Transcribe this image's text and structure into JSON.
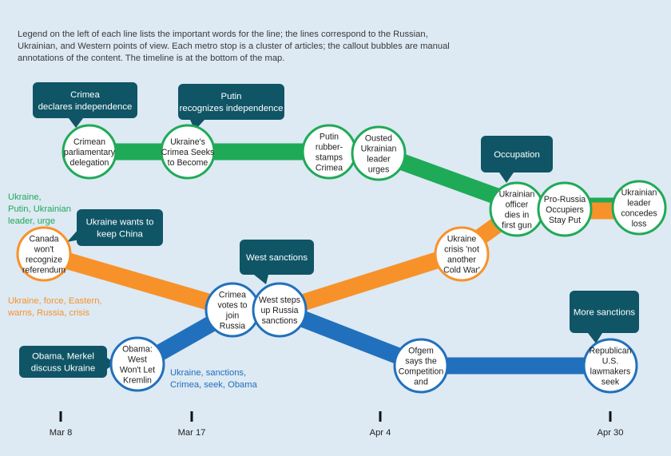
{
  "intro": "Legend on the left of each line lists the important words for the line; the lines correspond to the Russian, Ukrainian, and Western points of view. Each metro stop is a cluster of articles; the callout bubbles are manual annotations of the content. The timeline is at the bottom of the map.",
  "colors": {
    "green": "#1faa57",
    "orange": "#f7922a",
    "blue": "#2170bd",
    "callout": "#0f5566",
    "stop_fill": "#ffffff",
    "background": "#dde9f3"
  },
  "legends": [
    {
      "id": "green",
      "lines": [
        "Ukraine,",
        "Putin, Ukrainian",
        "leader, urge"
      ],
      "color": "#1faa57"
    },
    {
      "id": "orange",
      "lines": [
        "Ukraine, force, Eastern,",
        "warns, Russia, crisis"
      ],
      "color": "#f7922a"
    },
    {
      "id": "blue",
      "lines": [
        "Ukraine, sanctions,",
        "Crimea, seek, Obama"
      ],
      "color": "#2170bd"
    }
  ],
  "stops": [
    {
      "id": "crimean-parliamentary-delegation",
      "lines": [
        "Crimean",
        "parliamentary",
        "delegation"
      ],
      "line": "green"
    },
    {
      "id": "crimea-seeks",
      "lines": [
        "Ukraine's",
        "Crimea Seeks",
        "to Become"
      ],
      "line": "green"
    },
    {
      "id": "putin-rubber-stamps",
      "lines": [
        "Putin",
        "rubber-",
        "stamps",
        "Crimea"
      ],
      "line": "green"
    },
    {
      "id": "ousted-leader-urges",
      "lines": [
        "Ousted",
        "Ukrainian",
        "leader",
        "urges"
      ],
      "line": "green"
    },
    {
      "id": "officer-dies",
      "lines": [
        "Ukrainian",
        "officer",
        "dies in",
        "first gun"
      ],
      "line": "green-orange"
    },
    {
      "id": "occupiers-stay-put",
      "lines": [
        "Pro-Russia",
        "Occupiers",
        "Stay Put"
      ],
      "line": "green-orange"
    },
    {
      "id": "leader-concedes",
      "lines": [
        "Ukrainian",
        "leader",
        "concedes",
        "loss"
      ],
      "line": "green-orange"
    },
    {
      "id": "canada-wont-recognize",
      "lines": [
        "Canada",
        "won't",
        "recognize",
        "referendum"
      ],
      "line": "orange"
    },
    {
      "id": "crimea-votes",
      "lines": [
        "Crimea",
        "votes to",
        "join",
        "Russia"
      ],
      "line": "orange-blue"
    },
    {
      "id": "west-steps-up",
      "lines": [
        "West steps",
        "up Russia",
        "sanctions"
      ],
      "line": "orange-blue"
    },
    {
      "id": "not-another-cold-war",
      "lines": [
        "Ukraine",
        "crisis 'not",
        "another",
        "Cold War'"
      ],
      "line": "orange"
    },
    {
      "id": "obama-west-wont-let",
      "lines": [
        "Obama:",
        "West",
        "Won't Let",
        "Kremlin"
      ],
      "line": "blue"
    },
    {
      "id": "ofgem-competition",
      "lines": [
        "Ofgem",
        "says the",
        "Competition",
        "and"
      ],
      "line": "blue"
    },
    {
      "id": "republican-lawmakers",
      "lines": [
        "Republican",
        "U.S.",
        "lawmakers",
        "seek"
      ],
      "line": "blue"
    }
  ],
  "callouts": [
    {
      "id": "crimea-declares-independence",
      "lines": [
        "Crimea",
        "declares independence"
      ]
    },
    {
      "id": "putin-recognizes-independence",
      "lines": [
        "Putin",
        "recognizes independence"
      ]
    },
    {
      "id": "occupation",
      "lines": [
        "Occupation"
      ]
    },
    {
      "id": "ukraine-wants-china",
      "lines": [
        "Ukraine wants to",
        "keep China"
      ]
    },
    {
      "id": "west-sanctions",
      "lines": [
        "West sanctions"
      ]
    },
    {
      "id": "obama-merkel",
      "lines": [
        "Obama, Merkel",
        "discuss Ukraine"
      ]
    },
    {
      "id": "more-sanctions",
      "lines": [
        "More sanctions"
      ]
    }
  ],
  "timeline": [
    {
      "label": "Mar 8"
    },
    {
      "label": "Mar 17"
    },
    {
      "label": "Apr 4"
    },
    {
      "label": "Apr 30"
    }
  ]
}
